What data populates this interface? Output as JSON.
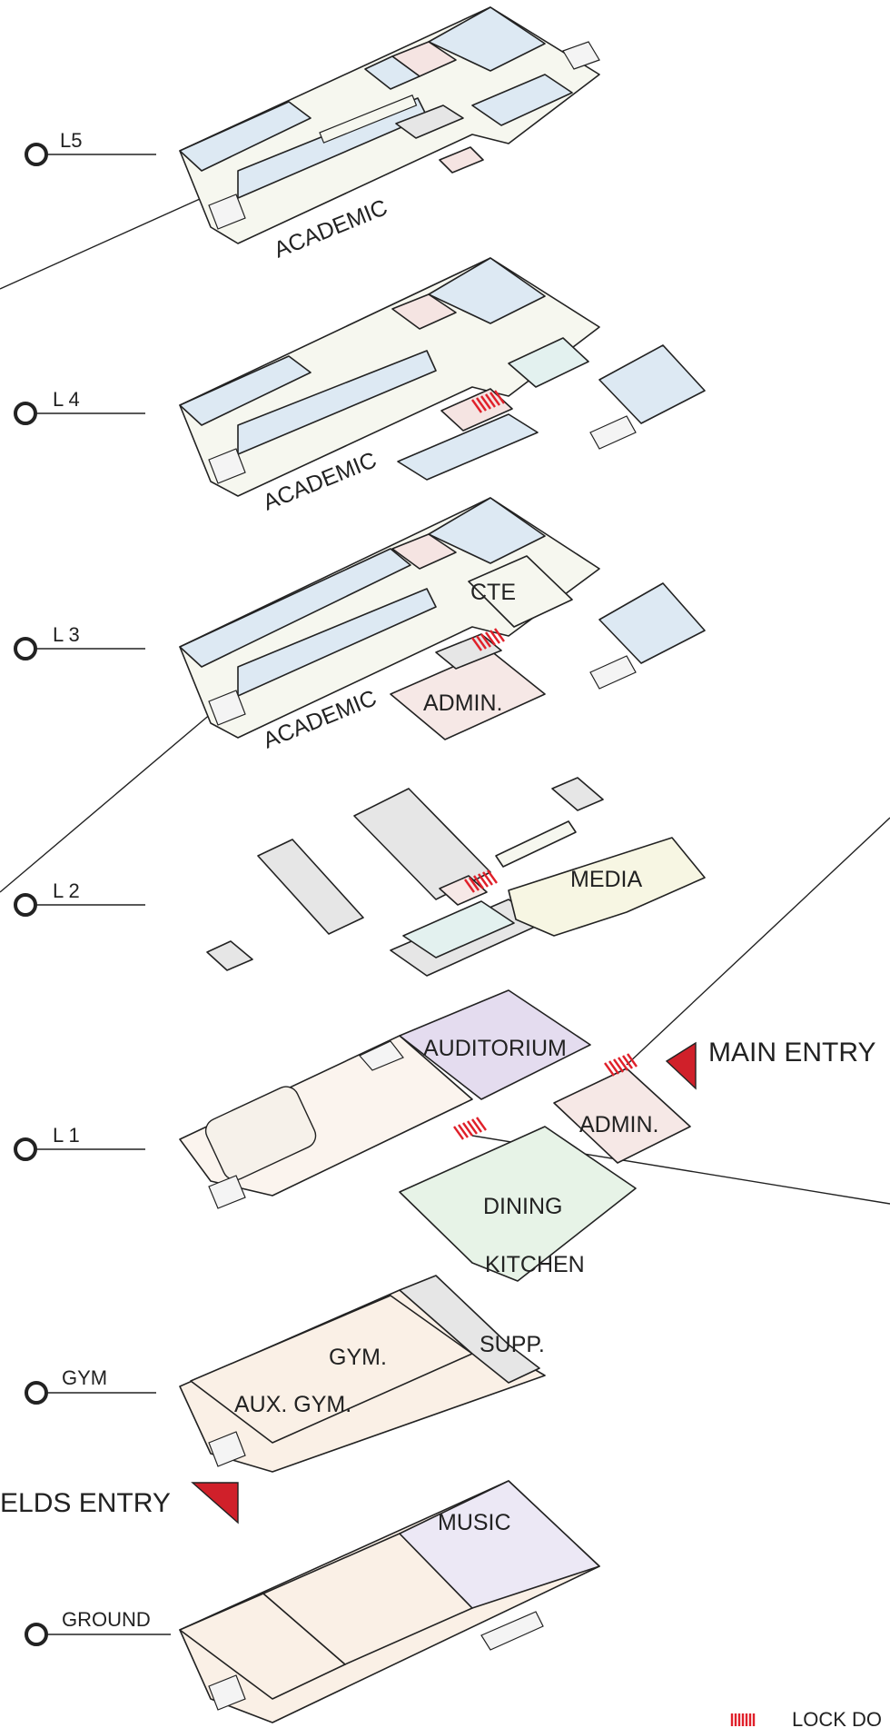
{
  "levels": {
    "l5": "L5",
    "l4": "L 4",
    "l3": "L 3",
    "l2": "L 2",
    "l1": "L 1",
    "gym": "GYM",
    "ground": "GROUND"
  },
  "rooms": {
    "l5_academic": "ACADEMIC",
    "l4_academic": "ACADEMIC",
    "l3_academic": "ACADEMIC",
    "l3_cte": "CTE",
    "l3_admin": "ADMIN.",
    "l2_media": "MEDIA",
    "l1_auditorium": "AUDITORIUM",
    "l1_admin": "ADMIN.",
    "l1_dining": "DINING",
    "l1_kitchen": "KITCHEN",
    "gym_gym": "GYM.",
    "gym_aux": "AUX. GYM.",
    "gym_supp": "SUPP.",
    "ground_music": "MUSIC"
  },
  "entries": {
    "main": "MAIN ENTRY",
    "fields": "ELDS ENTRY"
  },
  "legend": {
    "lock_down": "LOCK DO"
  },
  "colors": {
    "academic": "#dde9f3",
    "pale": "#f6f7ef",
    "pink": "#f5e4e2",
    "admin": "#f6e8e6",
    "grey": "#e6e6e6",
    "media": "#f7f6e3",
    "aqua": "#e3f1ef",
    "auditorium": "#e4dcef",
    "dining": "#e7f3e7",
    "lobby": "#fbf4ee",
    "gym": "#faf0e6",
    "music": "#ece8f5",
    "entry_red": "#d0202a",
    "lock_red": "#e0202a"
  }
}
